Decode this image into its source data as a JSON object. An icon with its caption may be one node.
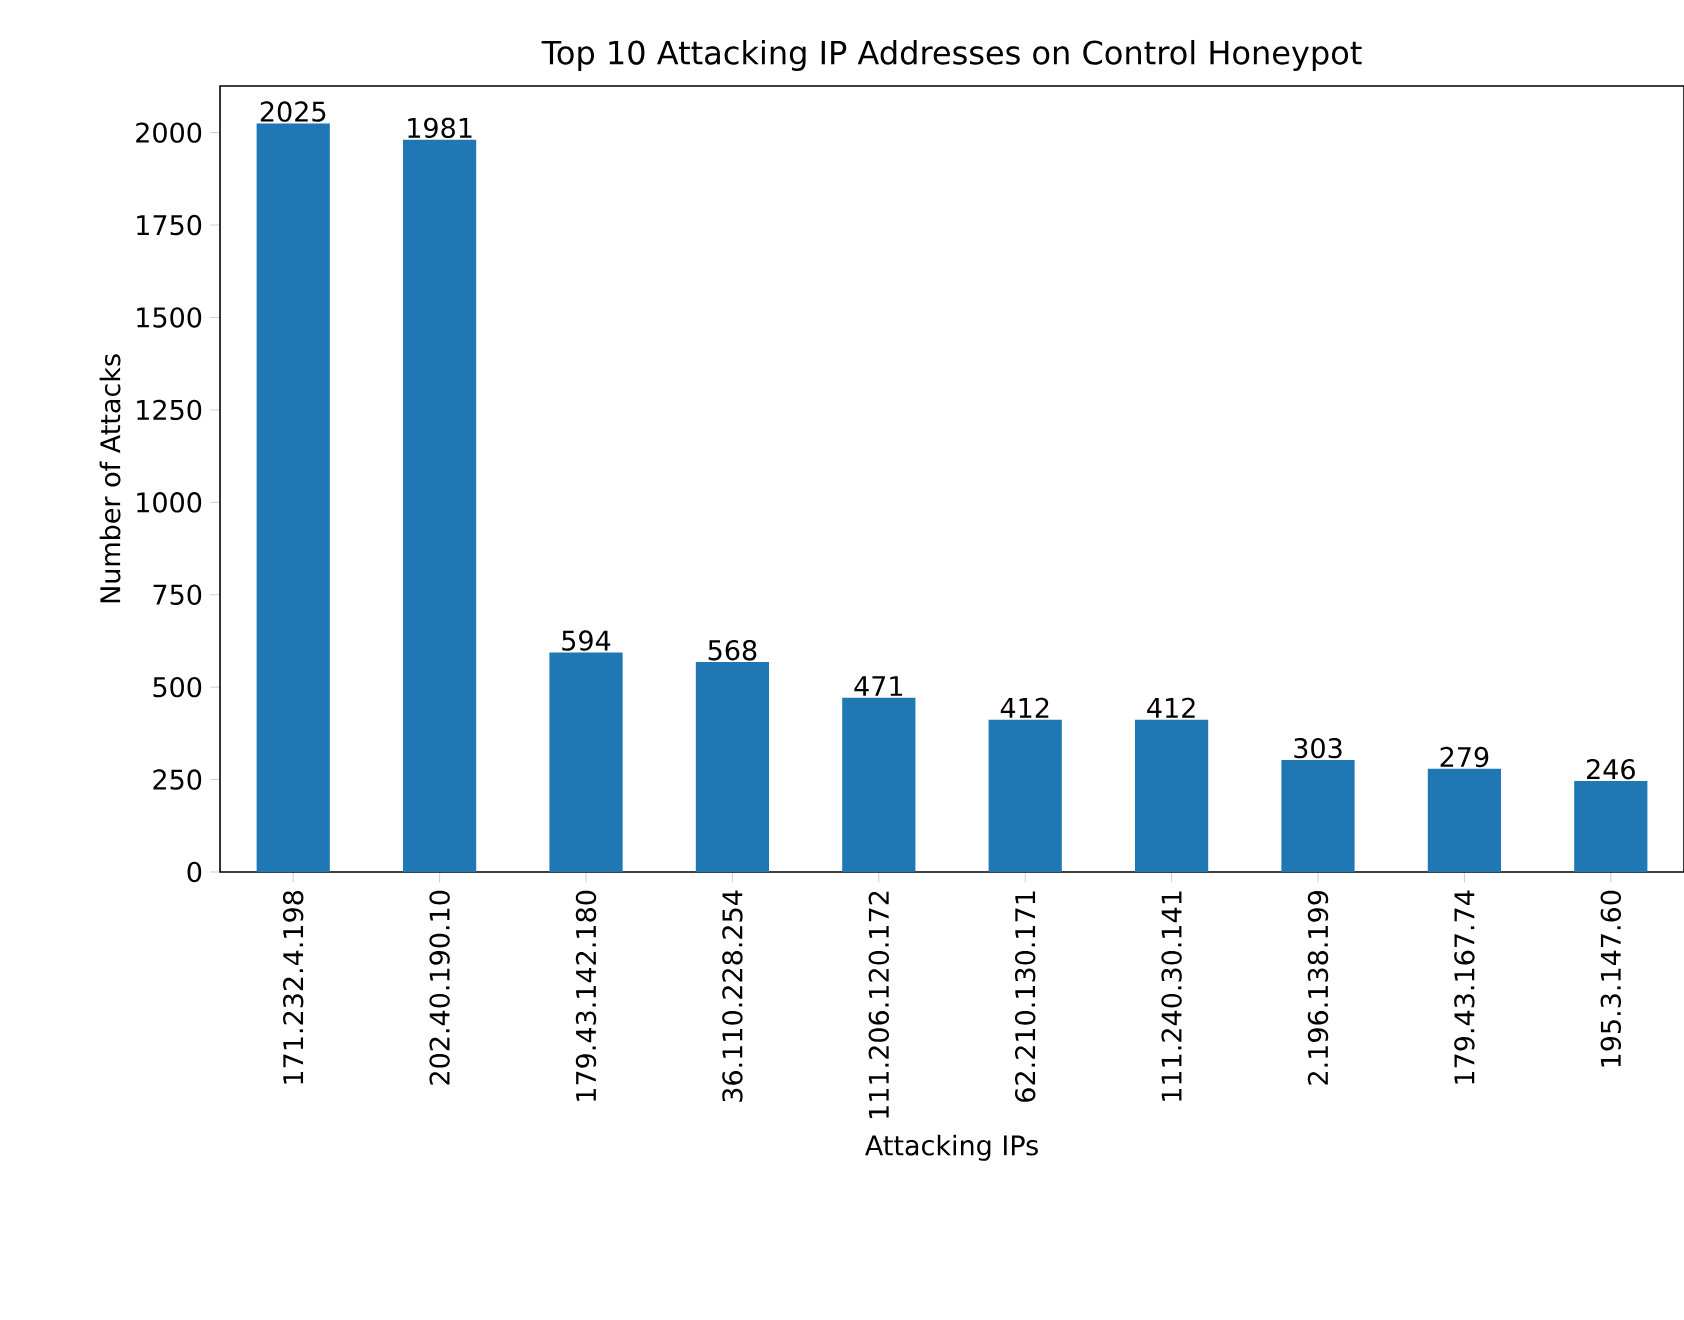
{
  "diagram": {
    "chart_data": {
      "type": "bar",
      "title": "Top 10 Attacking IP Addresses on Control Honeypot",
      "xlabel": "Attacking IPs",
      "ylabel": "Number of Attacks",
      "orientation": "vertical",
      "data_labels": true,
      "categories": [
        "171.232.4.198",
        "202.40.190.10",
        "179.43.142.180",
        "36.110.228.254",
        "111.206.120.172",
        "62.210.130.171",
        "111.240.30.141",
        "2.196.138.199",
        "179.43.167.74",
        "195.3.147.60"
      ],
      "series": [
        {
          "color": "#1f77b4",
          "values": [
            2025,
            1981,
            594,
            568,
            471,
            412,
            412,
            303,
            279,
            246
          ]
        }
      ],
      "ylim": [
        0,
        2126.25
      ],
      "yticks": [
        0,
        250,
        500,
        750,
        1000,
        1250,
        1500,
        1750,
        2000
      ]
    }
  }
}
